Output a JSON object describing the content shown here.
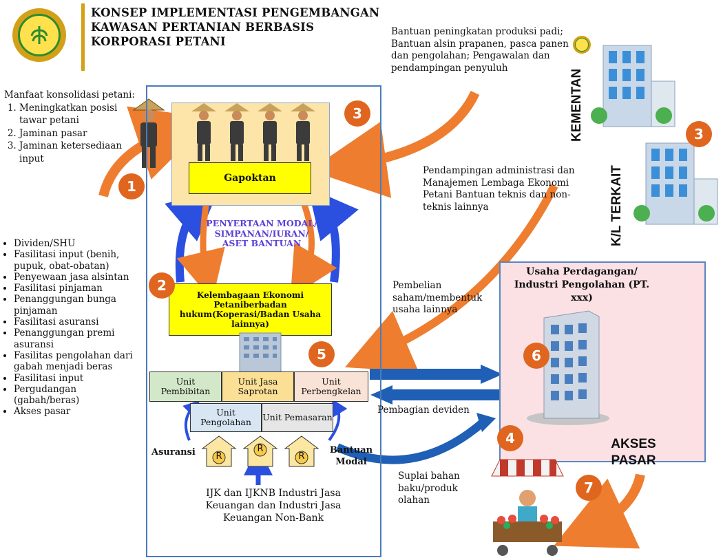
{
  "title": "KONSEP IMPLEMENTASI PENGEMBANGAN KAWASAN PERTANIAN BERBASIS KORPORASI PETANI",
  "manfaat": {
    "heading": "Manfaat konsolidasi petani:",
    "items": [
      "Meningkatkan posisi tawar petani",
      "Jaminan pasar",
      "Jaminan ketersediaan input"
    ]
  },
  "benefits": [
    "Dividen/SHU",
    "Fasilitasi input (benih, pupuk, obat-obatan)",
    "Penyewaan jasa alsintan",
    "Fasilitasi pinjaman",
    "Penanggungan bunga pinjaman",
    "Fasilitasi asuransi",
    "Penanggungan premi asuransi",
    "Fasilitas pengolahan dari gabah menjadi beras",
    "Fasilitasi input",
    "Pergudangan (gabah/beras)",
    "Akses pasar"
  ],
  "gapoktan": "Gapoktan",
  "penyertaan": "PENYERTAAN MODAL/ SIMPANAN/IURAN/ ASET BANTUAN",
  "lembaga": "Kelembagaan Ekonomi Petaniberbadan hukum(Koperasi/Badan Usaha lainnya)",
  "units": {
    "pembibitan": "Unit Pembibitan",
    "saprotan": "Unit Jasa Saprotan",
    "perbengkelan": "Unit Perbengkelan",
    "pengolahan": "Unit Pengolahan",
    "pemasaran": "Unit Pemasaran"
  },
  "asuransi": "Asuransi",
  "bantuan_modal": "Bantuan Modal",
  "r_symbol": "R",
  "ijk": "IJK dan IJKNB Industri Jasa Keuangan dan Industri Jasa Keuangan Non-Bank",
  "bantuan_produksi": "Bantuan peningkatan produksi padi; Bantuan alsin prapanen, pasca panen dan pengolahan; Pengawalan dan pendampingan penyuluh",
  "kementan": "KEMENTAN",
  "kl_terkait": "K/L TERKAIT",
  "pendampingan": "Pendampingan administrasi dan Manajemen Lembaga Ekonomi Petani Bantuan teknis dan non-teknis lainnya",
  "pembelian": "Pembelian saham/membentuk usaha lainnya",
  "usaha": "Usaha Perdagangan/ Industri Pengolahan (PT. xxx)",
  "pembagian_deviden": "Pembagian deviden",
  "suplai": "Suplai bahan baku/produk olahan",
  "akses_pasar": "AKSES PASAR",
  "badges": [
    "1",
    "2",
    "3",
    "3",
    "4",
    "5",
    "6",
    "7"
  ],
  "colors": {
    "accent": "#e0651f",
    "gapoktan": "#ffff00",
    "arrow_blue": "#1f5fb5",
    "box_border": "#4a7cb8"
  }
}
